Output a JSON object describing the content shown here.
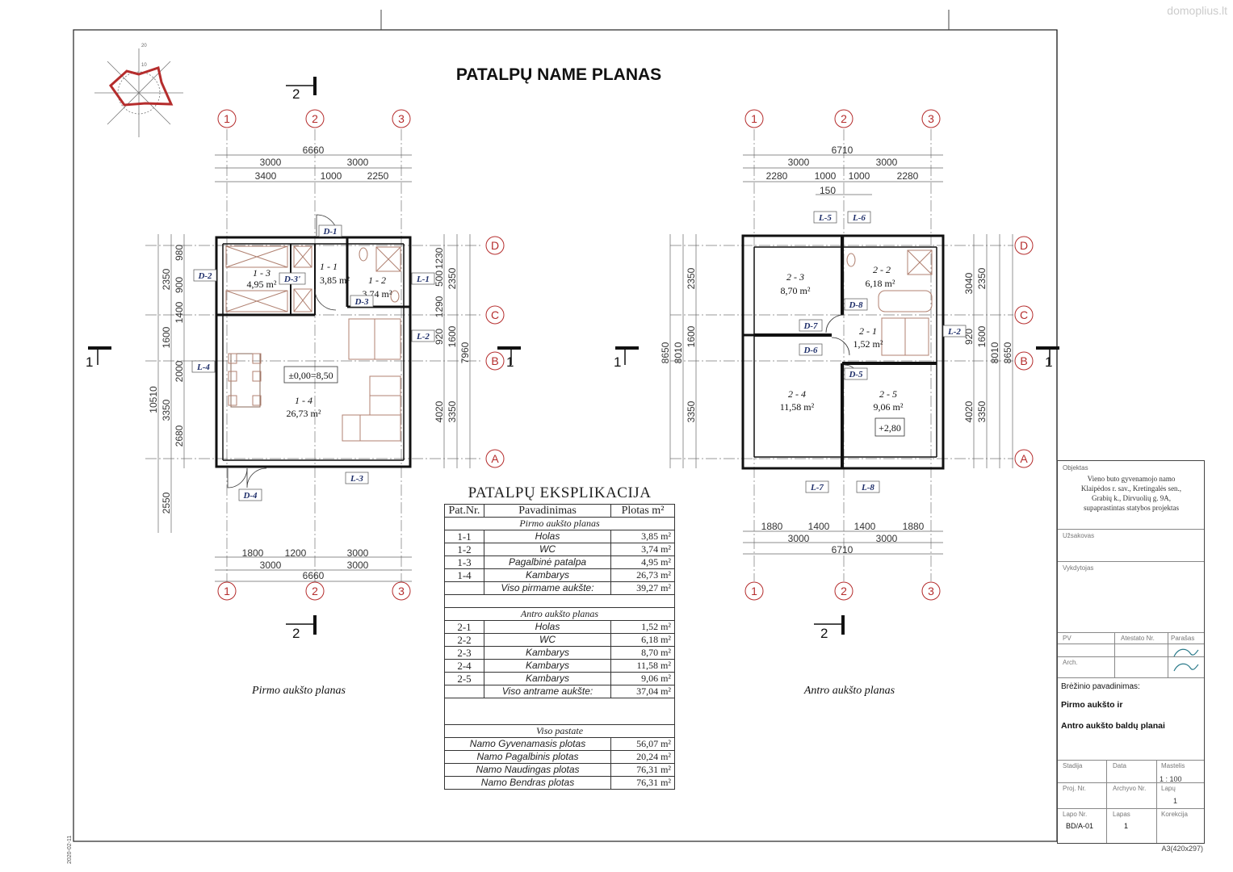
{
  "title": "PATALPŲ NAME PLANAS",
  "watermark": "domoplius.lt",
  "paper": "A3(420x297)",
  "side_date": "2020-02-11",
  "wind_rose": {
    "ring_labels": [
      "20",
      "10"
    ]
  },
  "section_marker": {
    "number": "2",
    "label_1": "1"
  },
  "axes": {
    "cols": [
      "1",
      "2",
      "3"
    ],
    "rows": [
      "D",
      "C",
      "B",
      "A"
    ]
  },
  "plan1": {
    "caption": "Pirmo aukšto planas",
    "dims_top": {
      "total": "6660",
      "row2": [
        "3000",
        "3000"
      ],
      "row3": [
        "3400",
        "1000",
        "2250"
      ]
    },
    "dims_bottom": {
      "total": "6660",
      "row2": [
        "3000",
        "3000"
      ],
      "row1": [
        "1800",
        "1200",
        "3000"
      ]
    },
    "dims_left": {
      "total": "10510",
      "col2": [
        "2350",
        "1600",
        "3350",
        "2550"
      ],
      "col3": [
        "980",
        "900",
        "1400",
        "2000",
        "2680"
      ]
    },
    "dims_right": {
      "total": "7960",
      "col1": [
        "1230",
        "500",
        "1290",
        "920",
        "4020"
      ],
      "col2": [
        "2350",
        "1600",
        "3350"
      ]
    },
    "rooms": [
      {
        "id": "1 - 1",
        "area": "3,85 m²"
      },
      {
        "id": "1 - 2",
        "area": "3,74 m²"
      },
      {
        "id": "1 - 3",
        "area": "4,95 m²"
      },
      {
        "id": "1 - 4",
        "area": "26,73 m²"
      }
    ],
    "level": "±0,00=8,50",
    "tags": [
      "D-1",
      "D-2",
      "D-3'",
      "D-3",
      "D-4",
      "L-1",
      "L-2",
      "L-3",
      "L-4"
    ]
  },
  "plan2": {
    "caption": "Antro aukšto planas",
    "dims_top": {
      "total": "6710",
      "row2": [
        "3000",
        "3000"
      ],
      "row3": [
        "2280",
        "1000",
        "1000",
        "2280"
      ],
      "row4": "150"
    },
    "dims_bottom": {
      "total": "6710",
      "row2": [
        "3000",
        "3000"
      ],
      "row1": [
        "1880",
        "1400",
        "1400",
        "1880"
      ]
    },
    "dims_left": {
      "total": "8650",
      "col2": [
        "8010"
      ],
      "col3": [
        "2350",
        "1600",
        "3350"
      ]
    },
    "dims_right": {
      "total": "8650",
      "col1": [
        "3040",
        "920",
        "4020"
      ],
      "col2": [
        "2350",
        "1600",
        "3350"
      ],
      "col3": "8010"
    },
    "rooms": [
      {
        "id": "2 - 1",
        "area": "1,52 m²"
      },
      {
        "id": "2 - 2",
        "area": "6,18 m²"
      },
      {
        "id": "2 - 3",
        "area": "8,70 m²"
      },
      {
        "id": "2 - 4",
        "area": "11,58 m²"
      },
      {
        "id": "2 - 5",
        "area": "9,06 m²"
      }
    ],
    "level": "+2,80",
    "tags": [
      "L-5",
      "L-6",
      "D-8",
      "D-7",
      "D-6",
      "D-5",
      "L-2",
      "L-7",
      "L-8"
    ]
  },
  "explication": {
    "title": "PATALPŲ EKSPLIKACIJA",
    "headers": [
      "Pat.Nr.",
      "Pavadinimas",
      "Plotas m²"
    ],
    "floor1_title": "Pirmo aukšto planas",
    "floor1": [
      {
        "nr": "1-1",
        "name": "Holas",
        "area": "3,85 m²"
      },
      {
        "nr": "1-2",
        "name": "WC",
        "area": "3,74 m²"
      },
      {
        "nr": "1-3",
        "name": "Pagalbinė patalpa",
        "area": "4,95 m²"
      },
      {
        "nr": "1-4",
        "name": "Kambarys",
        "area": "26,73 m²"
      }
    ],
    "floor1_total": {
      "name": "Viso pirmame aukšte:",
      "area": "39,27 m²"
    },
    "floor2_title": "Antro aukšto planas",
    "floor2": [
      {
        "nr": "2-1",
        "name": "Holas",
        "area": "1,52 m²"
      },
      {
        "nr": "2-2",
        "name": "WC",
        "area": "6,18 m²"
      },
      {
        "nr": "2-3",
        "name": "Kambarys",
        "area": "8,70 m²"
      },
      {
        "nr": "2-4",
        "name": "Kambarys",
        "area": "11,58 m²"
      },
      {
        "nr": "2-5",
        "name": "Kambarys",
        "area": "9,06 m²"
      }
    ],
    "floor2_total": {
      "name": "Viso antrame aukšte:",
      "area": "37,04 m²"
    },
    "total_title": "Viso pastate",
    "totals": [
      {
        "name": "Namo Gyvenamasis plotas",
        "area": "56,07 m²"
      },
      {
        "name": "Namo Pagalbinis plotas",
        "area": "20,24 m²"
      },
      {
        "name": "Namo Naudingas plotas",
        "area": "76,31 m²"
      },
      {
        "name": "Namo Bendras plotas",
        "area": "76,31 m²"
      }
    ]
  },
  "title_block": {
    "object_label": "Objektas",
    "object_text": [
      "Vieno buto gyvenamojo namo",
      "Klaipėdos r. sav., Kretingalės sen.,",
      "Grabių k., Dirvuolių g. 9A,",
      "supaprastintas statybos projektas"
    ],
    "client_label": "Užsakovas",
    "contractor_label": "Vykdytojas",
    "pv": "PV",
    "attest": "Atestato Nr.",
    "sign": "Parašas",
    "arch": "Arch.",
    "drawing_label": "Brėžinio pavadinimas:",
    "drawing_name_1": "Pirmo aukšto ir",
    "drawing_name_2": "Antro aukšto baldų planai",
    "stage": "Stadija",
    "date": "Data",
    "scale": "Mastelis",
    "scale_value": "1 :  100",
    "proj": "Proj. Nr.",
    "archive": "Archyvo Nr.",
    "sheet": "Lapų",
    "sheet_value": "1",
    "sheet_nr": "Lapo Nr.",
    "page": "Lapas",
    "correction": "Korekcija",
    "sheet_code": "BD/A-01",
    "page_value": "1"
  }
}
